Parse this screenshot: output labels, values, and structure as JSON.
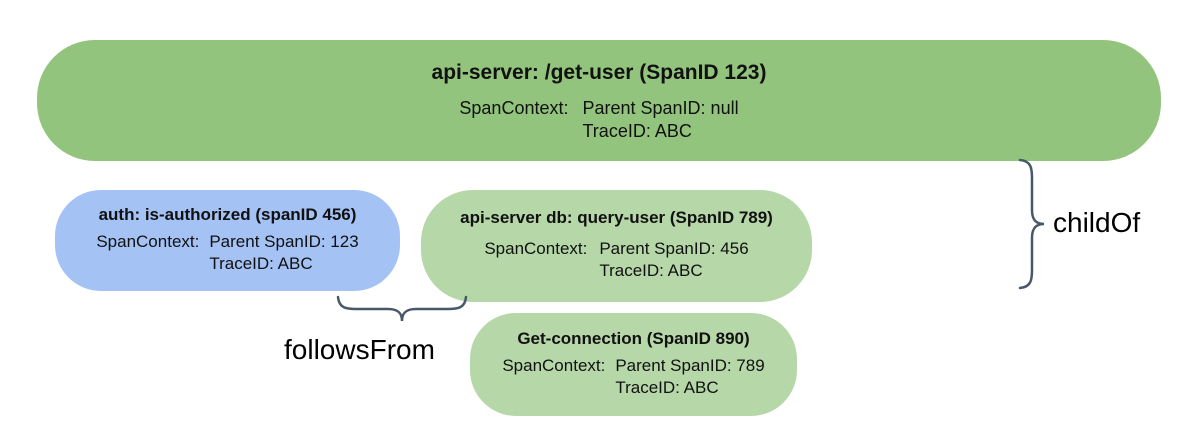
{
  "diagram": {
    "spans": {
      "root": {
        "title": "api-server: /get-user (SpanID 123)",
        "context_label": "SpanContext:",
        "parent": "Parent SpanID: null",
        "trace": "TraceID: ABC"
      },
      "auth": {
        "title": "auth: is-authorized (spanID 456)",
        "context_label": "SpanContext:",
        "parent": "Parent SpanID: 123",
        "trace": "TraceID: ABC"
      },
      "db": {
        "title": "api-server db: query-user (SpanID 789)",
        "context_label": "SpanContext:",
        "parent": "Parent SpanID: 456",
        "trace": "TraceID: ABC"
      },
      "conn": {
        "title": "Get-connection (SpanID 890)",
        "context_label": "SpanContext:",
        "parent": "Parent SpanID: 789",
        "trace": "TraceID: ABC"
      }
    },
    "labels": {
      "child_of": "childOf",
      "follows_from": "followsFrom"
    },
    "colors": {
      "root_green": "#93c47d",
      "light_green": "#b6d7a8",
      "blue": "#a4c2f4",
      "brace": "#47586b"
    }
  }
}
